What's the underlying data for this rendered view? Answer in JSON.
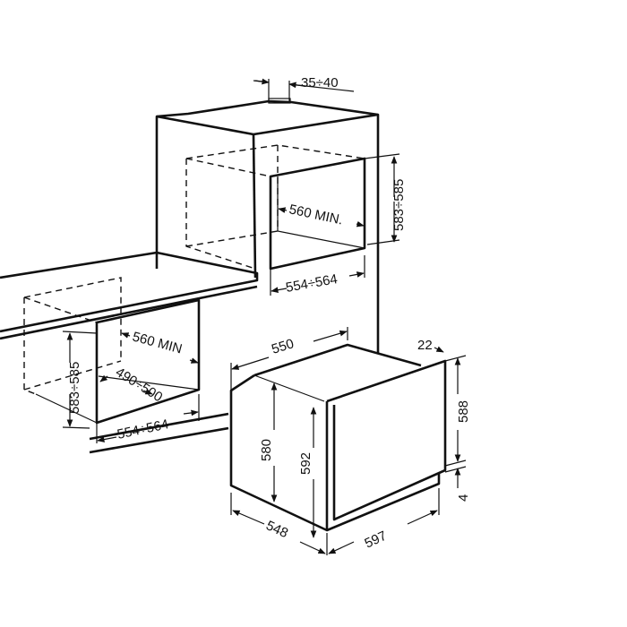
{
  "title": "Oven installation dimensions",
  "column_niche": {
    "gap": "35÷40",
    "height": "583÷585",
    "depth": "560 MIN.",
    "width": "554÷564"
  },
  "under_counter_niche": {
    "height": "583÷585",
    "depth": "560 MIN",
    "inner": "490÷500",
    "width": "554÷564"
  },
  "oven": {
    "depth_top": "550",
    "door": "22",
    "front_height": "588",
    "foot": "4",
    "body_height": "580",
    "frame_height": "592",
    "side_depth": "548",
    "front_width": "597"
  }
}
